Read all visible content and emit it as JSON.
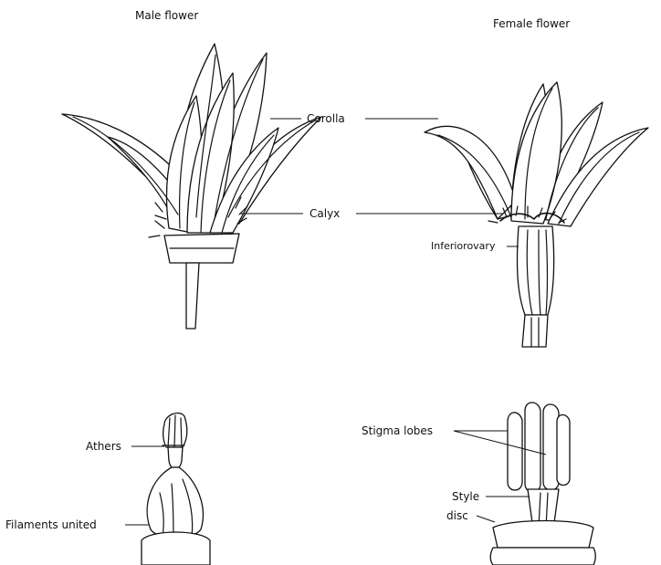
{
  "titles": {
    "male": "Male flower",
    "female": "Female flower"
  },
  "labels": {
    "corolla": "Corolla",
    "calyx": "Calyx",
    "inferior_ovary": "Inferiorovary",
    "athers": "Athers",
    "filaments_united": "Filaments united",
    "stigma_lobes": "Stigma lobes",
    "style": "Style",
    "disc": "disc"
  }
}
